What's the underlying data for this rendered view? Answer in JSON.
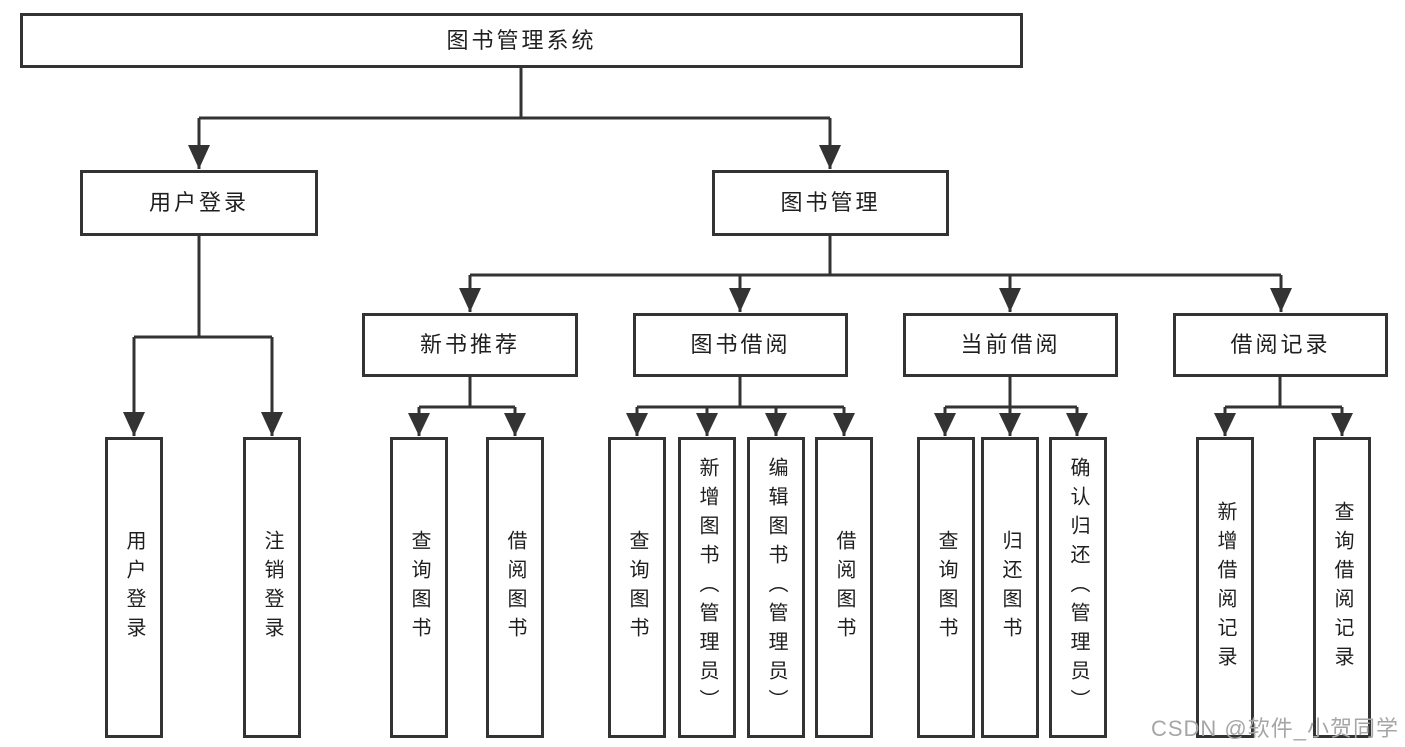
{
  "tree": {
    "root": {
      "label": "图书管理系统"
    },
    "branches": [
      {
        "label": "用户登录",
        "leaves": [
          {
            "label": "用户登录"
          },
          {
            "label": "注销登录"
          }
        ]
      },
      {
        "label": "图书管理",
        "groups": [
          {
            "label": "新书推荐",
            "leaves": [
              {
                "label": "查询图书"
              },
              {
                "label": "借阅图书"
              }
            ]
          },
          {
            "label": "图书借阅",
            "leaves": [
              {
                "label": "查询图书"
              },
              {
                "label": "新增图书（管理员）"
              },
              {
                "label": "编辑图书（管理员）"
              },
              {
                "label": "借阅图书"
              }
            ]
          },
          {
            "label": "当前借阅",
            "leaves": [
              {
                "label": "查询图书"
              },
              {
                "label": "归还图书"
              },
              {
                "label": "确认归还（管理员）"
              }
            ]
          },
          {
            "label": "借阅记录",
            "leaves": [
              {
                "label": "新增借阅记录"
              },
              {
                "label": "查询借阅记录"
              }
            ]
          }
        ]
      }
    ]
  },
  "watermark": {
    "text": "CSDN @软件_小贺同学"
  },
  "colors": {
    "line": "#333333",
    "text": "#1f1f1f",
    "watermark": "#a6a6a6",
    "background": "#ffffff"
  }
}
